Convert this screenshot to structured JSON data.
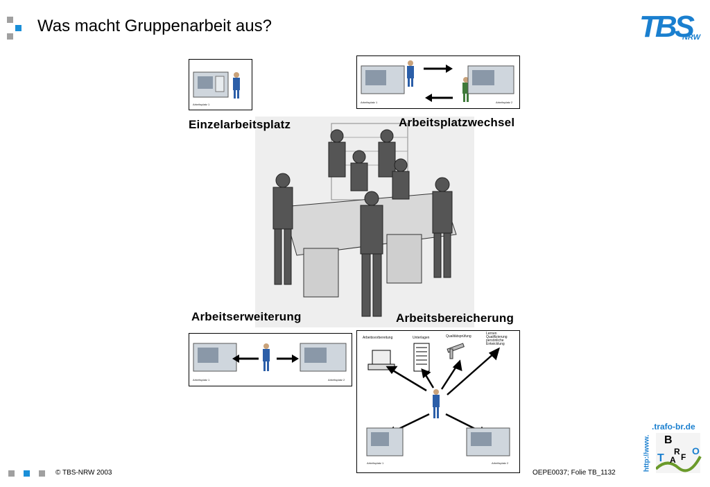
{
  "slide": {
    "title": "Was macht Gruppenarbeit aus?"
  },
  "logo_tbs": {
    "main": "TBS",
    "sub": "NRW"
  },
  "diagram": {
    "headings": {
      "einzel": "Einzelarbeitsplatz",
      "wechsel": "Arbeitsplatzwechsel",
      "erweiterung": "Arbeitserweiterung",
      "bereicherung": "Arbeitsbereicherung"
    },
    "captions": {
      "ap1": "Arbeitsplatz 1",
      "ap2": "Arbeitsplatz 2"
    },
    "bereicherung_labels": {
      "vorbereitung": "Arbeitsvorbereitung",
      "unterlagen": "Unterlagen",
      "qualitaet": "Qualitätsprüfung",
      "lernen": "Lernen Qualifizierung persönliche Entwicklung"
    }
  },
  "footer": {
    "copyright": "© TBS-NRW 2003",
    "reference": "OEPE0037; Folie TB_1132"
  },
  "logo_trafo": {
    "url": ".trafo-br.de",
    "prefix": "http://www.",
    "letter_b": "B",
    "letter_r": "R",
    "letter_t": "T",
    "letter_a": "A",
    "letter_f": "F",
    "letter_o": "O"
  },
  "colors": {
    "accent_blue": "#1a8fd8",
    "gray": "#a0a0a0",
    "logo_blue": "#1a7fcf",
    "trafo_green": "#6a9a2a"
  }
}
